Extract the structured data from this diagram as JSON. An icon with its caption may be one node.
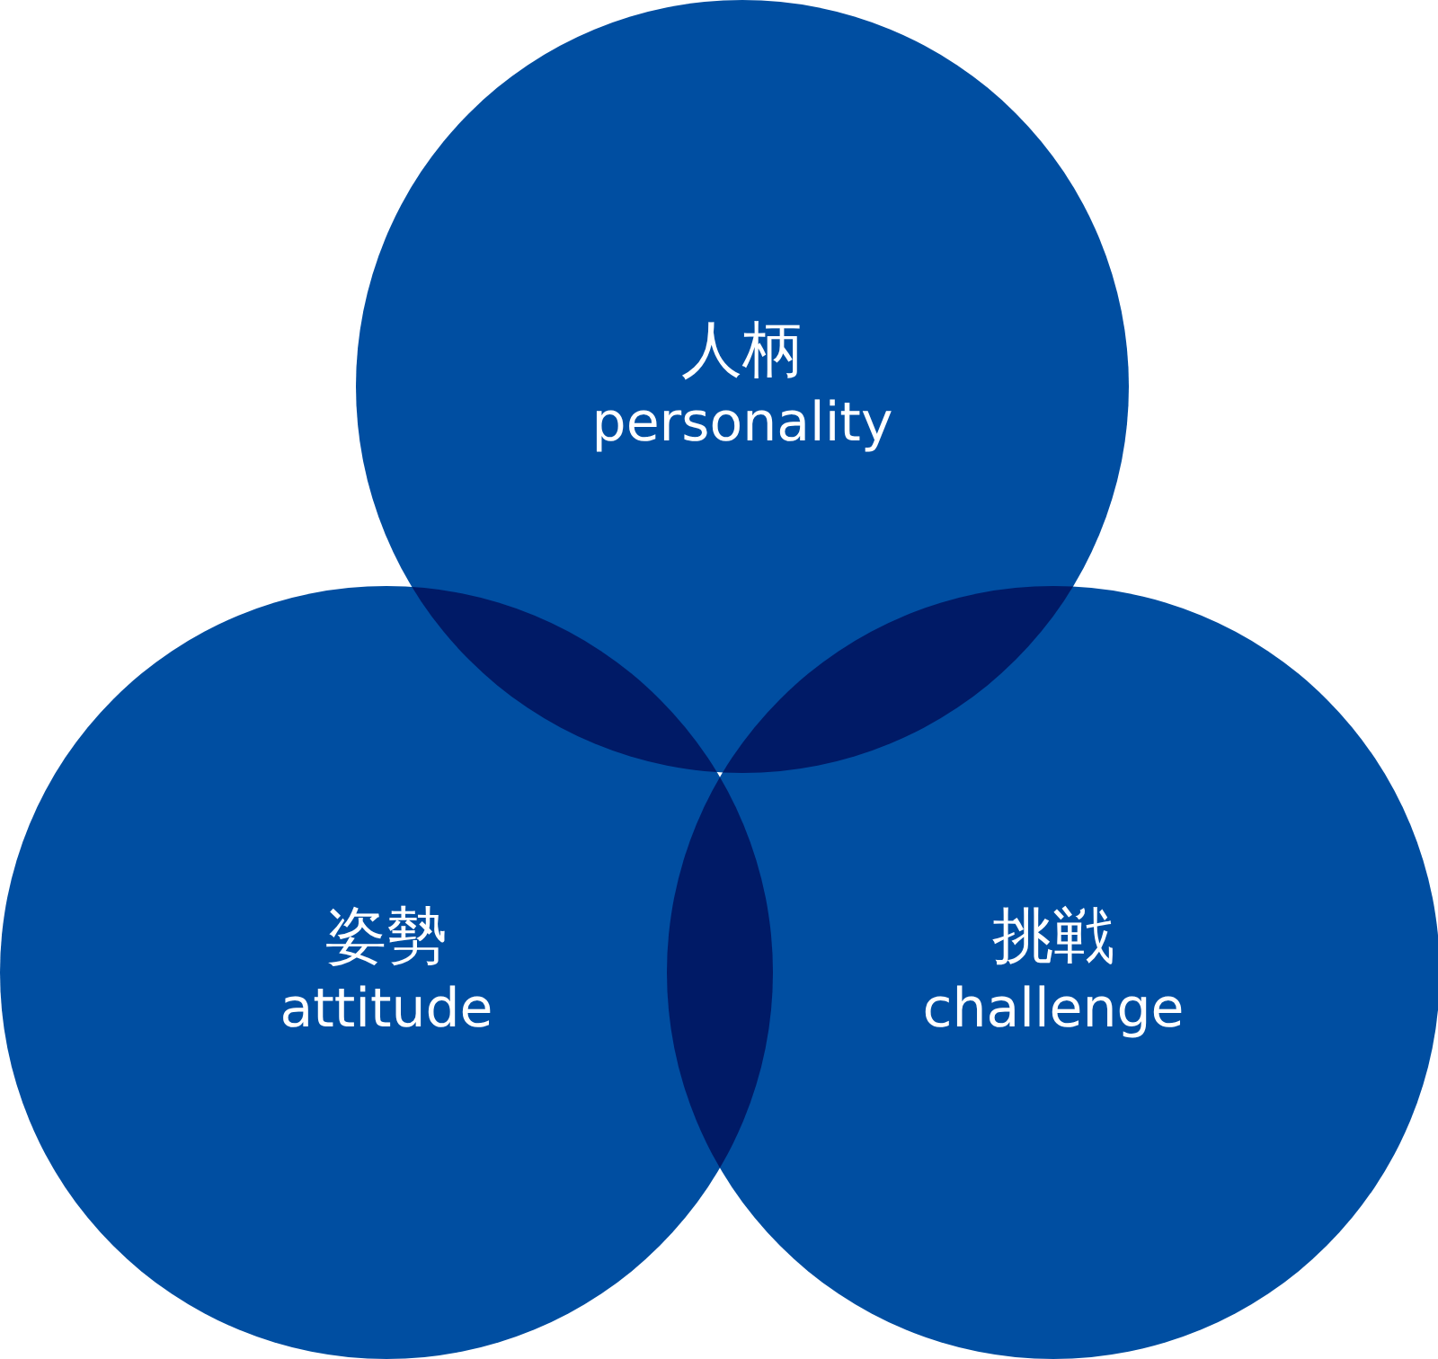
{
  "diagram": {
    "nodes": [
      {
        "text": [
          "人柄",
          "personality"
        ]
      },
      {
        "text": [
          "姿勢",
          "attitude"
        ]
      },
      {
        "text": [
          "挑戦",
          "challenge"
        ]
      }
    ]
  }
}
